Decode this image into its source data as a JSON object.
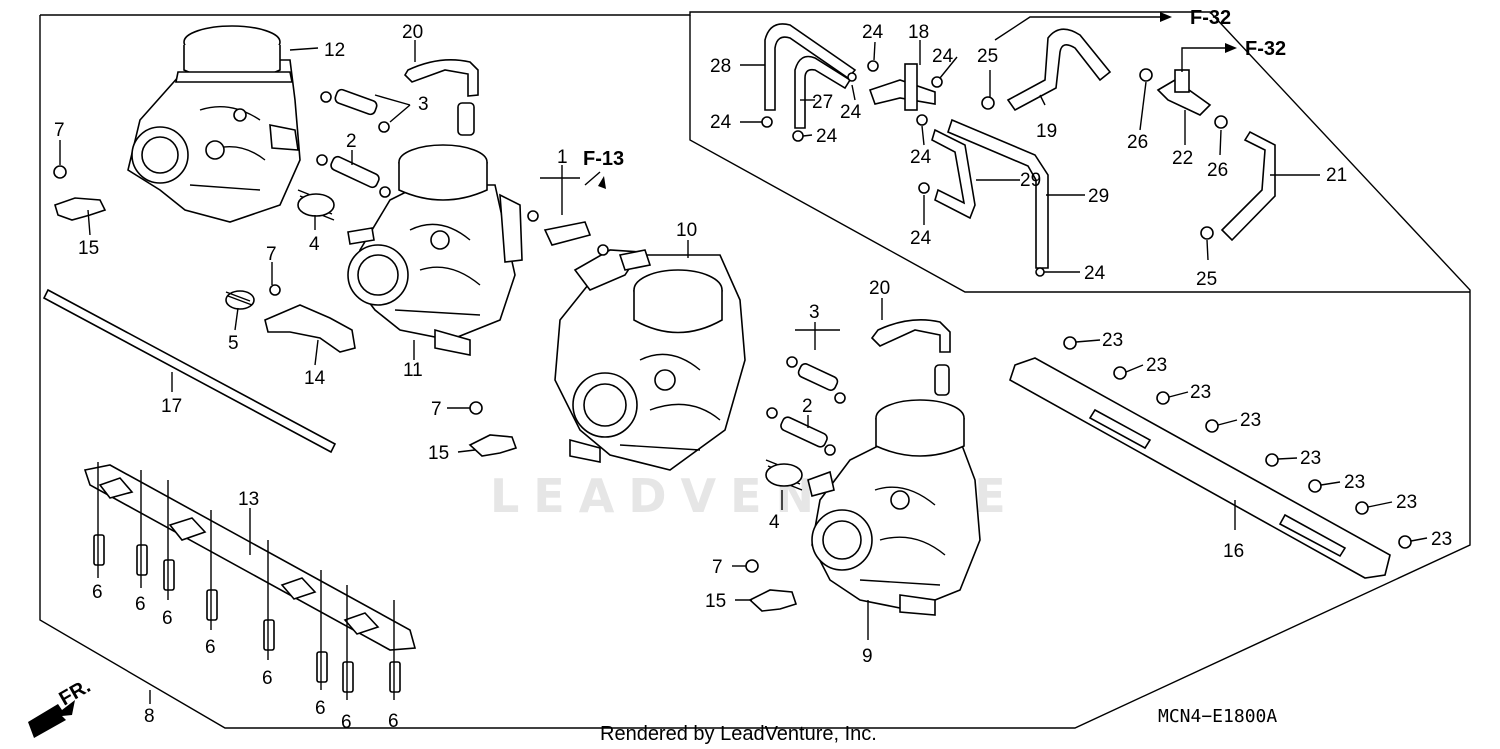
{
  "diagram": {
    "callouts": [
      {
        "id": "c12",
        "text": "12"
      },
      {
        "id": "c20a",
        "text": "20"
      },
      {
        "id": "c3a",
        "text": "3"
      },
      {
        "id": "c2a",
        "text": "2"
      },
      {
        "id": "c7a",
        "text": "7"
      },
      {
        "id": "c15a",
        "text": "15"
      },
      {
        "id": "c4a",
        "text": "4"
      },
      {
        "id": "c7b",
        "text": "7"
      },
      {
        "id": "c5",
        "text": "5"
      },
      {
        "id": "c14",
        "text": "14"
      },
      {
        "id": "c11",
        "text": "11"
      },
      {
        "id": "c17",
        "text": "17"
      },
      {
        "id": "c1",
        "text": "1"
      },
      {
        "id": "c10",
        "text": "10"
      },
      {
        "id": "c7c",
        "text": "7"
      },
      {
        "id": "c15b",
        "text": "15"
      },
      {
        "id": "c13",
        "text": "13"
      },
      {
        "id": "c6a",
        "text": "6"
      },
      {
        "id": "c6b",
        "text": "6"
      },
      {
        "id": "c6c",
        "text": "6"
      },
      {
        "id": "c6d",
        "text": "6"
      },
      {
        "id": "c6e",
        "text": "6"
      },
      {
        "id": "c6f",
        "text": "6"
      },
      {
        "id": "c6g",
        "text": "6"
      },
      {
        "id": "c6h",
        "text": "6"
      },
      {
        "id": "c8",
        "text": "8"
      },
      {
        "id": "c20b",
        "text": "20"
      },
      {
        "id": "c3b",
        "text": "3"
      },
      {
        "id": "c2b",
        "text": "2"
      },
      {
        "id": "c4b",
        "text": "4"
      },
      {
        "id": "c7d",
        "text": "7"
      },
      {
        "id": "c15c",
        "text": "15"
      },
      {
        "id": "c9",
        "text": "9"
      },
      {
        "id": "c28",
        "text": "28"
      },
      {
        "id": "c24a",
        "text": "24"
      },
      {
        "id": "c27",
        "text": "27"
      },
      {
        "id": "c24b",
        "text": "24"
      },
      {
        "id": "c24c",
        "text": "24"
      },
      {
        "id": "c24d",
        "text": "24"
      },
      {
        "id": "c18",
        "text": "18"
      },
      {
        "id": "c24e",
        "text": "24"
      },
      {
        "id": "c25a",
        "text": "25"
      },
      {
        "id": "c19",
        "text": "19"
      },
      {
        "id": "c26a",
        "text": "26"
      },
      {
        "id": "c22",
        "text": "22"
      },
      {
        "id": "c26b",
        "text": "26"
      },
      {
        "id": "c21",
        "text": "21"
      },
      {
        "id": "c24f",
        "text": "24"
      },
      {
        "id": "c29a",
        "text": "29"
      },
      {
        "id": "c29b",
        "text": "29"
      },
      {
        "id": "c24g",
        "text": "24"
      },
      {
        "id": "c24h",
        "text": "24"
      },
      {
        "id": "c25b",
        "text": "25"
      },
      {
        "id": "c23a",
        "text": "23"
      },
      {
        "id": "c23b",
        "text": "23"
      },
      {
        "id": "c23c",
        "text": "23"
      },
      {
        "id": "c23d",
        "text": "23"
      },
      {
        "id": "c23e",
        "text": "23"
      },
      {
        "id": "c23f",
        "text": "23"
      },
      {
        "id": "c23g",
        "text": "23"
      },
      {
        "id": "c23h",
        "text": "23"
      },
      {
        "id": "c16",
        "text": "16"
      }
    ],
    "references": {
      "f13": "F-13",
      "f32a": "F-32",
      "f32b": "F-32"
    },
    "front_arrow_label": "FR.",
    "diagram_code": "MCN4−E1800A",
    "credit": "Rendered by LeadVenture, Inc.",
    "watermark": "LEADVENTURE"
  }
}
